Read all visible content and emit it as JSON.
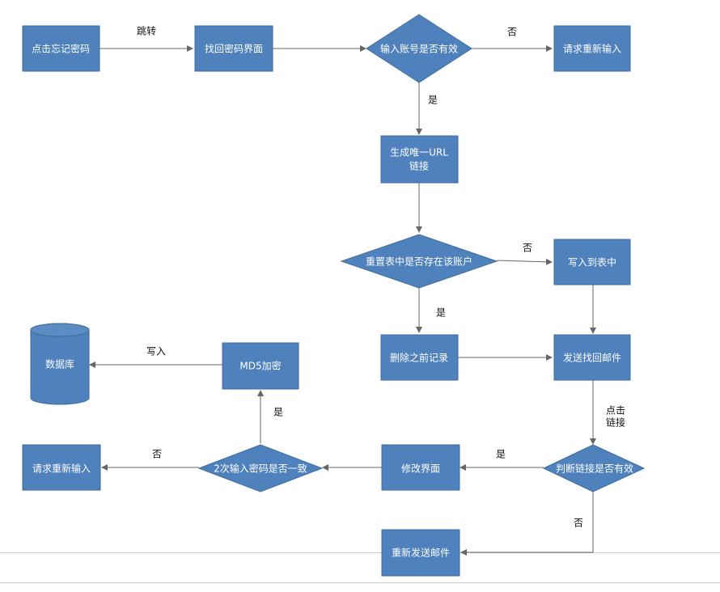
{
  "colors": {
    "node_fill": "#4f81bd",
    "node_stroke": "#3f6c9e",
    "edge": "#666666"
  },
  "nodes": {
    "click_forgot": "点击忘记密码",
    "recover_page": "找回密码界面",
    "account_valid": "输入账号是否有效",
    "reinput_top": "请求重新输入",
    "gen_url_1": "生成唯一URL",
    "gen_url_2": "链接",
    "account_exists": "重置表中是否存在该账户",
    "write_table": "写入到表中",
    "delete_prev": "删除之前记录",
    "send_mail": "发送找回邮件",
    "link_valid": "判断链接是否有效",
    "modify_page": "修改界面",
    "pwd_match": "2次输入密码是否一致",
    "reinput_bottom": "请求重新输入",
    "md5": "MD5加密",
    "database": "数据库",
    "resend_mail": "重新发送邮件"
  },
  "edges": {
    "jump": "跳转",
    "no_1": "否",
    "yes_1": "是",
    "no_2": "否",
    "yes_2": "是",
    "click_link_1": "点击",
    "click_link_2": "链接",
    "yes_3": "是",
    "no_3": "否",
    "yes_4": "是",
    "no_4": "否",
    "write_in": "写入"
  }
}
